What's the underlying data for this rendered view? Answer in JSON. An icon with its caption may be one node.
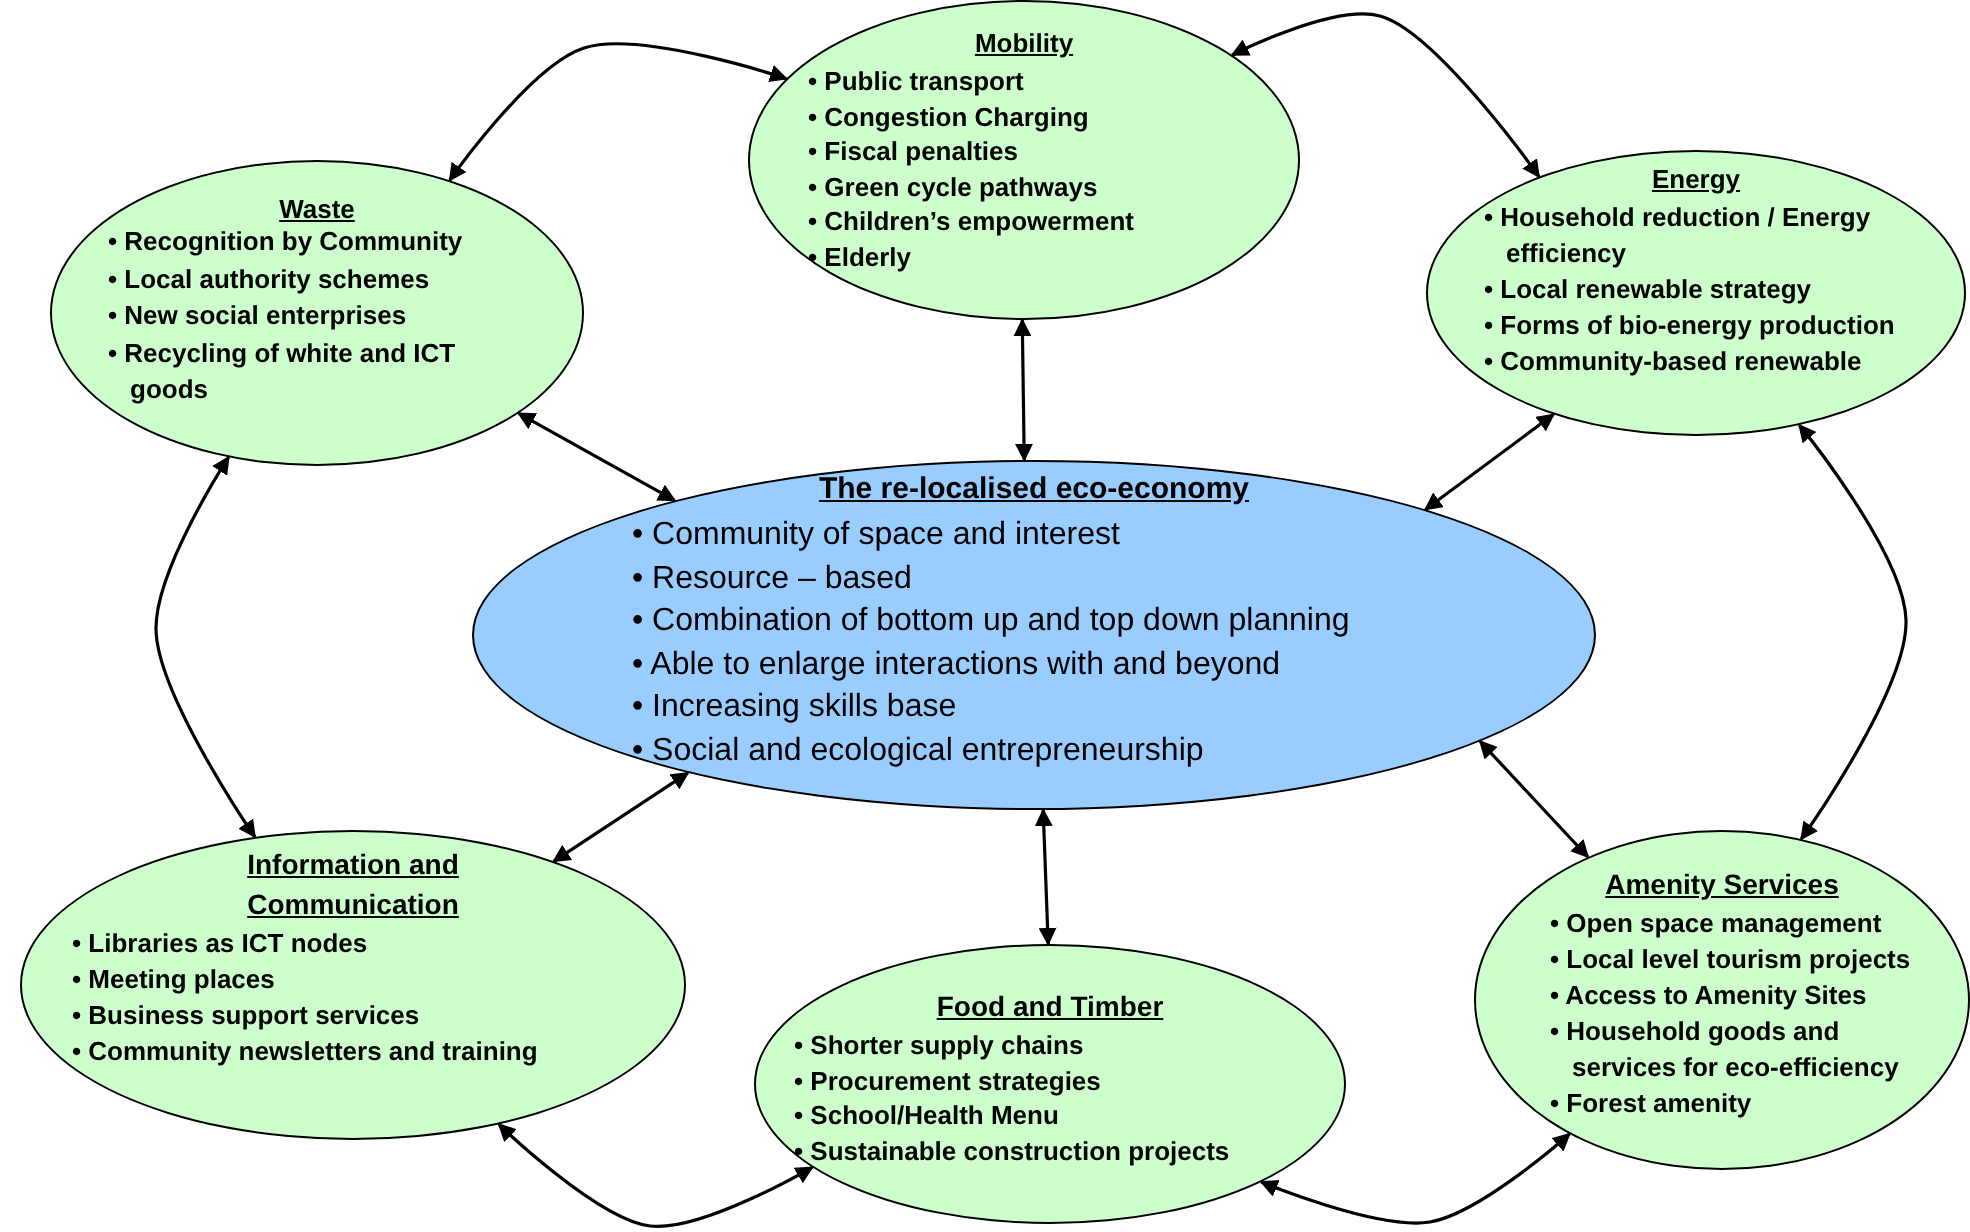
{
  "diagram": {
    "nodes": [
      {
        "text": [
          "Mobility",
          "• Public transport",
          "• Congestion Charging",
          "• Fiscal penalties",
          "• Green cycle pathways",
          "• Children’s empowerment",
          "• Elderly"
        ]
      },
      {
        "text": [
          "Waste",
          "• Recognition by Community",
          "• Local authority schemes",
          "• New social enterprises",
          "• Recycling of white and ICT goods"
        ]
      },
      {
        "text": [
          "Energy",
          "• Household reduction / Energy efficiency",
          "• Local renewable strategy",
          "• Forms of bio-energy production",
          "• Community-based renewable"
        ]
      },
      {
        "text": [
          "The re-localised eco-economy",
          "• Community of space and interest",
          "• Resource – based",
          "• Combination of bottom up and top down planning",
          "• Able to enlarge interactions with and beyond",
          "• Increasing skills base",
          "• Social and ecological entrepreneurship"
        ]
      },
      {
        "text": [
          "Information and Communication",
          "• Libraries as ICT nodes",
          "• Meeting places",
          "• Business support services",
          "• Community newsletters and training"
        ]
      },
      {
        "text": [
          "Amenity Services",
          "• Open space management",
          "• Local level tourism projects",
          "• Access to Amenity Sites",
          "• Household goods and services for eco-efficiency",
          "• Forest amenity"
        ]
      },
      {
        "text": [
          "Food and Timber",
          "• Shorter supply chains",
          "• Procurement strategies",
          "• School/Health Menu",
          "• Sustainable construction projects"
        ]
      }
    ],
    "edges": [
      {
        "from": 1,
        "to": 3,
        "arrow": "both"
      },
      {
        "from": 0,
        "to": 3,
        "arrow": "both"
      },
      {
        "from": 2,
        "to": 3,
        "arrow": "both"
      },
      {
        "from": 4,
        "to": 3,
        "arrow": "both"
      },
      {
        "from": 5,
        "to": 3,
        "arrow": "both"
      },
      {
        "from": 6,
        "to": 3,
        "arrow": "both"
      },
      {
        "from": 1,
        "to": 0,
        "arrow": "both"
      },
      {
        "from": 0,
        "to": 2,
        "arrow": "both"
      },
      {
        "from": 2,
        "to": 5,
        "arrow": "both"
      },
      {
        "from": 5,
        "to": 6,
        "arrow": "both"
      },
      {
        "from": 6,
        "to": 4,
        "arrow": "both"
      },
      {
        "from": 4,
        "to": 1,
        "arrow": "both"
      }
    ]
  }
}
